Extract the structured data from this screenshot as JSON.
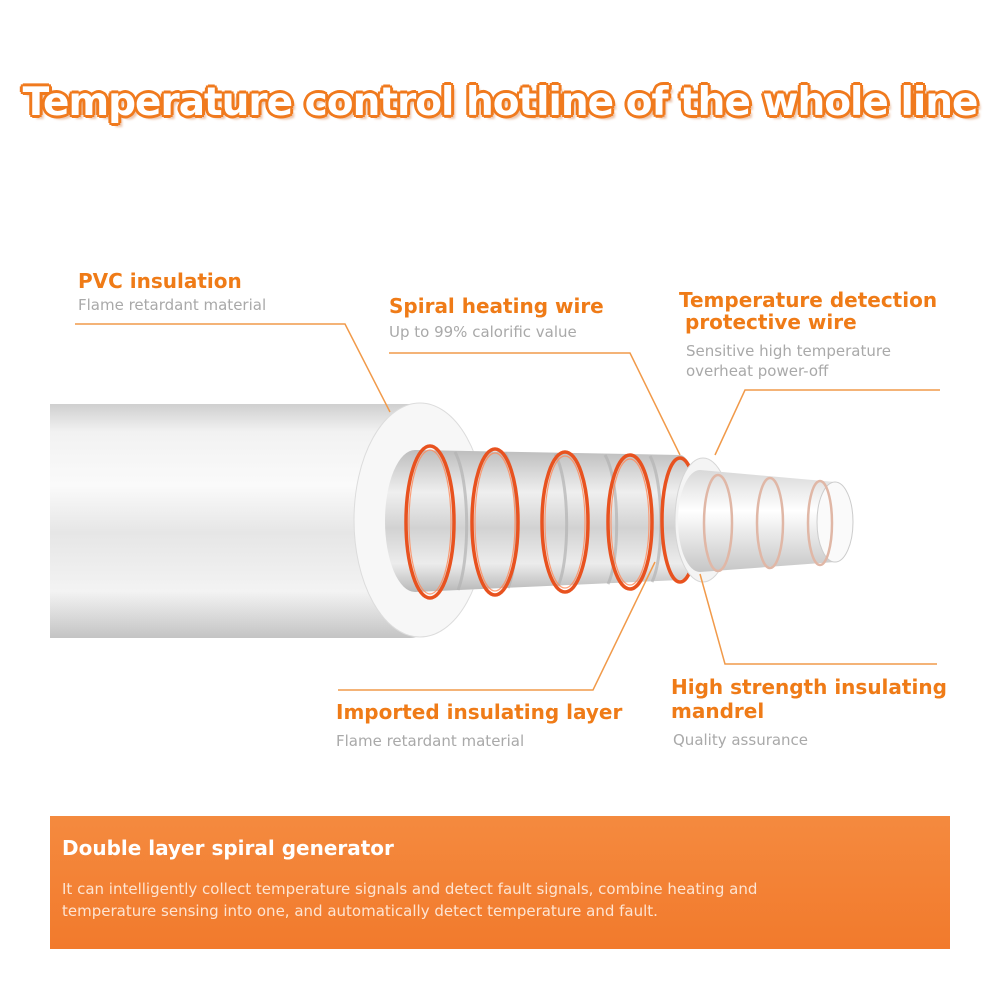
{
  "headline": "Temperature control hotline of the whole line",
  "labels": {
    "pvc": {
      "title": "PVC insulation",
      "subtitle": "Flame retardant material"
    },
    "spiral": {
      "title": "Spiral heating wire",
      "subtitle": "Up to 99% calorific value"
    },
    "detection": {
      "title_line1": "Temperature detection",
      "title_line2": "protective wire",
      "subtitle_line1": "Sensitive high temperature",
      "subtitle_line2": "overheat power-off"
    },
    "insulating": {
      "title": "Imported insulating layer",
      "subtitle": "Flame retardant material"
    },
    "mandrel": {
      "title_line1": "High strength insulating",
      "title_line2": "mandrel",
      "subtitle": "Quality assurance"
    }
  },
  "banner": {
    "title": "Double layer spiral generator",
    "body": "It can intelligently collect temperature signals and detect fault signals, combine heating and temperature sensing into one, and automatically detect temperature and fault."
  },
  "colors": {
    "accent": "#ef7b17",
    "caption": "#a9a9a9",
    "banner": "#f27a2c",
    "wire": "#e8521f"
  },
  "icons": [
    "cable-cross-section-illustration"
  ]
}
